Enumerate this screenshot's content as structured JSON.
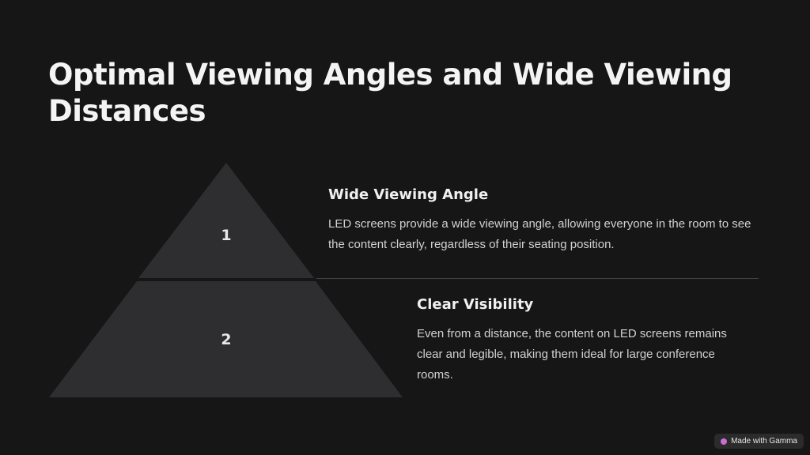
{
  "title": "Optimal Viewing Angles and Wide Viewing Distances",
  "pyramid": {
    "tiers": [
      {
        "number": "1"
      },
      {
        "number": "2"
      }
    ]
  },
  "items": [
    {
      "heading": "Wide Viewing Angle",
      "text": "LED screens provide a wide viewing angle, allowing everyone in the room to see the content clearly, regardless of their seating position."
    },
    {
      "heading": "Clear Visibility",
      "text": "Even from a distance, the content on LED screens remains clear and legible, making them ideal for large conference rooms."
    }
  ],
  "badge": {
    "label": "Made with Gamma",
    "icon": "gamma-logo-icon"
  },
  "colors": {
    "background": "#161616",
    "tier_fill": "#2e2e30"
  }
}
